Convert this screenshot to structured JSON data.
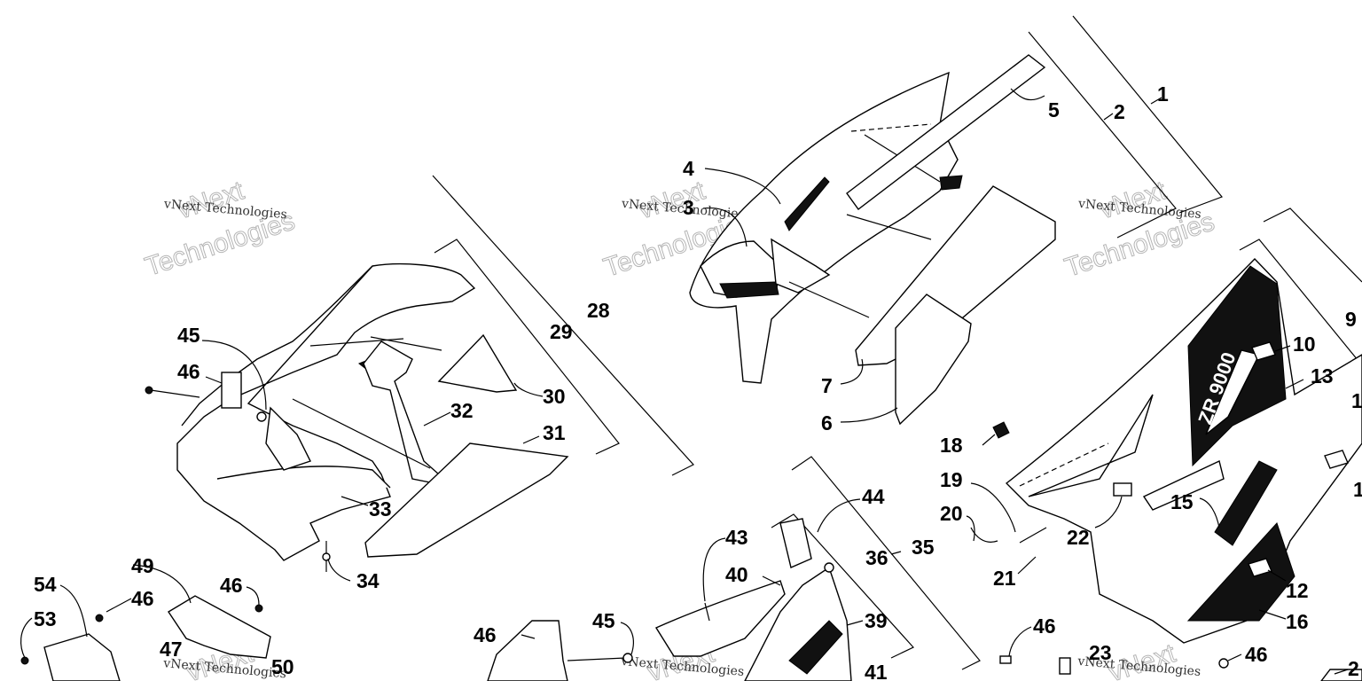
{
  "watermark": {
    "company": "vNext Technologies",
    "outline_line1": "vNext",
    "outline_line2": "Technologies"
  },
  "callouts": {
    "c1": "1",
    "c2": "2",
    "c3": "3",
    "c4": "4",
    "c5": "5",
    "c6": "6",
    "c7": "7",
    "c9": "9",
    "c10": "10",
    "c12": "12",
    "c13": "13",
    "c15": "15",
    "c16": "16",
    "c18": "18",
    "c19": "19",
    "c20": "20",
    "c21": "21",
    "c22": "22",
    "c23": "23",
    "c28": "28",
    "c29": "29",
    "c30": "30",
    "c31": "31",
    "c32": "32",
    "c33": "33",
    "c34": "34",
    "c35": "35",
    "c36": "36",
    "c39": "39",
    "c40": "40",
    "c41": "41",
    "c43": "43",
    "c44": "44",
    "c45": "45",
    "c46": "46",
    "c47": "47",
    "c49": "49",
    "c50": "50",
    "c53": "53",
    "c54": "54",
    "cut1": "1",
    "cut2": "2"
  },
  "decal_text": "ZR 9000"
}
